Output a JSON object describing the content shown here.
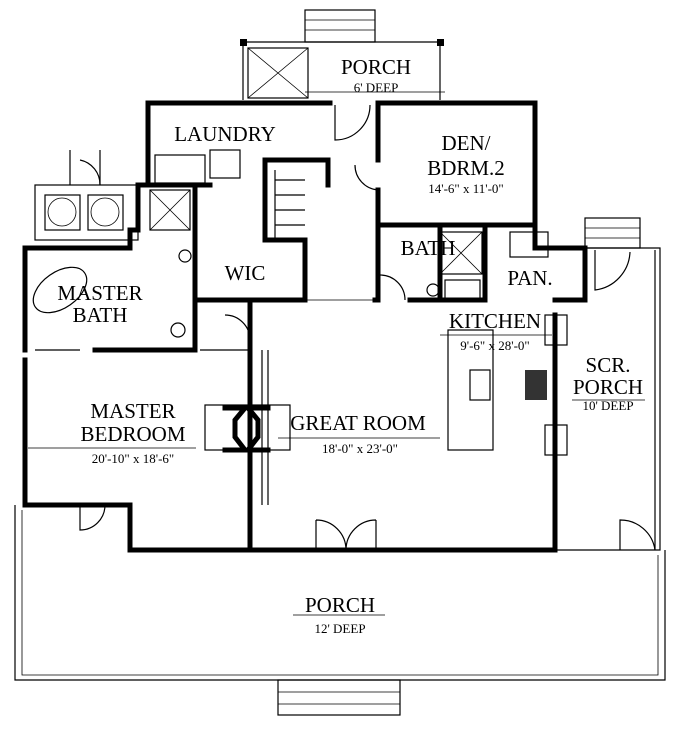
{
  "rooms": {
    "rear_porch": {
      "name": "PORCH",
      "dim": "6' DEEP"
    },
    "laundry": {
      "name": "LAUNDRY"
    },
    "den": {
      "name_line1": "DEN/",
      "name_line2": "BDRM.2",
      "dim": "14'-6\" x 11'-0\""
    },
    "bath": {
      "name": "BATH"
    },
    "pantry": {
      "name": "PAN."
    },
    "wic": {
      "name": "WIC"
    },
    "master_bath": {
      "name_line1": "MASTER",
      "name_line2": "BATH"
    },
    "kitchen": {
      "name": "KITCHEN",
      "dim": "9'-6\" x 28'-0\""
    },
    "screened_porch": {
      "name_line1": "SCR.",
      "name_line2": "PORCH",
      "dim": "10' DEEP"
    },
    "master_bedroom": {
      "name_line1": "MASTER",
      "name_line2": "BEDROOM",
      "dim": "20'-10\" x 18'-6\""
    },
    "great_room": {
      "name": "GREAT ROOM",
      "dim": "18'-0\" x 23'-0\""
    },
    "front_porch": {
      "name": "PORCH",
      "dim": "12' DEEP"
    }
  }
}
